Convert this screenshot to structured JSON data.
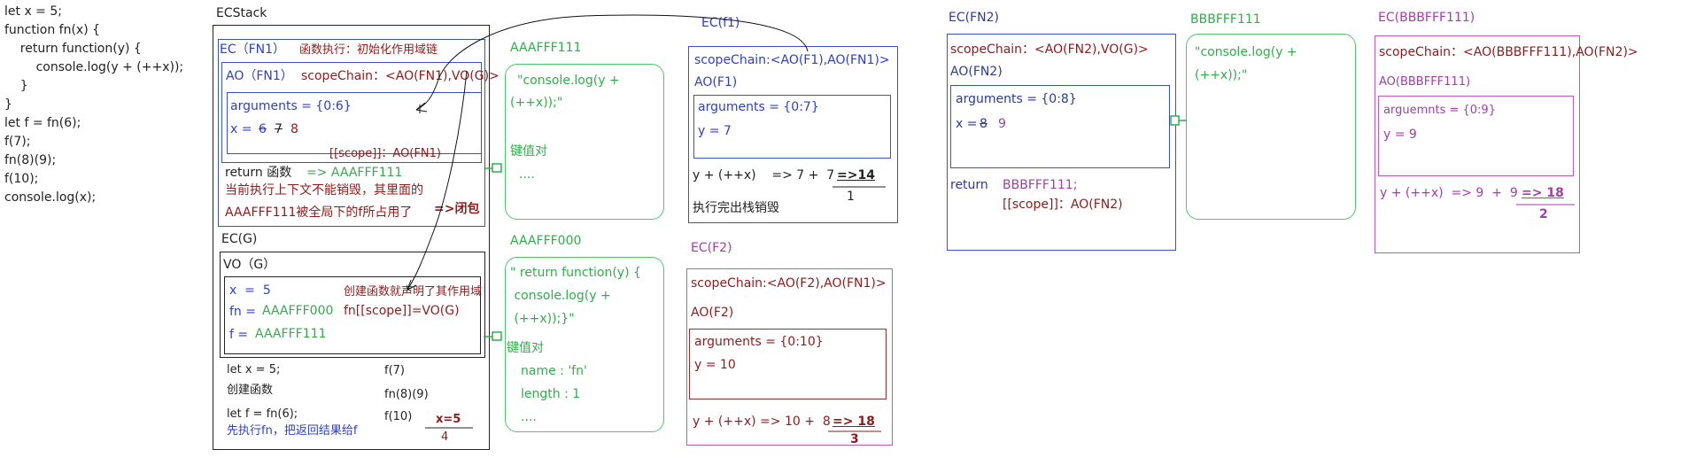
{
  "code": {
    "lines": [
      "let x = 5;",
      "function fn(x) {",
      "    return function(y) {",
      "        console.log(y + (++x));",
      "    }",
      "}",
      "let f = fn(6);",
      "f(7);",
      "fn(8)(9);",
      "f(10);",
      "console.log(x);"
    ]
  },
  "ecstack": {
    "title": "ECStack",
    "ec_fn1": {
      "title": "EC（FN1）",
      "note": "函数执行：初始化作用域链",
      "ao_label": "AO（FN1）",
      "scope_chain": "scopeChain：<AO(FN1),VO(G)>",
      "arguments": "arguments = {0:6}",
      "x_label": "x = ",
      "x_values": [
        "6",
        "7",
        "8"
      ],
      "scope_ref": "[[scope]]：AO(FN1)",
      "return_label": "return 函数",
      "return_value": "=> AAAFFF111",
      "note2": "当前执行上下文不能销毁，其里面的",
      "note3": "AAAFFF111被全局下的f所占用了",
      "closure": "=>闭包"
    },
    "ec_g": {
      "title": "EC(G)",
      "vo_label": "VO（G）",
      "x": "x  =  5",
      "fn_label": "fn = ",
      "fn_value": "AAAFFF000",
      "f_label": "f = ",
      "f_value": "AAAFFF111",
      "note_red1": "创建函数就声明了其作用域",
      "note_red2": "fn[[scope]]=VO(G)",
      "steps_left": [
        "let x = 5;",
        "创建函数",
        "let f = fn(6);"
      ],
      "step_blue": "先执行fn，把返回结果给f",
      "steps_right": [
        "f(7)",
        "fn(8)(9)",
        "f(10)"
      ],
      "result_x": "x=5",
      "result_num": "4"
    }
  },
  "heap_aaafff111": {
    "title": "AAAFFF111",
    "code": [
      "\"console.log(y +",
      "(++x));\""
    ],
    "kv": "键值对",
    "dots": "...."
  },
  "heap_aaafff000": {
    "title": "AAAFFF000",
    "code": [
      "\" return function(y) {",
      " console.log(y +",
      " (++x));}\""
    ],
    "kv": "键值对",
    "name": "name : 'fn'",
    "length": "length : 1",
    "dots": "...."
  },
  "ec_f1": {
    "title": "EC(f1)",
    "scope_chain": "scopeChain:<AO(F1),AO(FN1)>",
    "ao": "AO(F1)",
    "arguments": "arguments = {0:7}",
    "y": "y = 7",
    "calc": "y + (++x)    => 7 +  7",
    "result": "=>14",
    "result_num": "1",
    "destroy": "执行完出栈销毁"
  },
  "ec_f2": {
    "title": "EC(F2)",
    "scope_chain": "scopeChain:<AO(F2),AO(FN1)>",
    "ao": "AO(F2)",
    "arguments": "arguments = {0:10}",
    "y": "y = 10",
    "calc": "y + (++x) => 10 +  8",
    "result": "=> 18",
    "result_num": "3"
  },
  "ec_fn2": {
    "title": "EC(FN2)",
    "scope_chain": "scopeChain：<AO(FN2),VO(G)>",
    "ao": "AO(FN2)",
    "arguments": "arguments = {0:8}",
    "x_label": "x = ",
    "x_values": [
      "8",
      "9"
    ],
    "return_label": "return",
    "return_value": "BBBFFF111;",
    "scope_ref": "[[scope]]：AO(FN2)"
  },
  "heap_bbbfff111": {
    "title": "BBBFFF111",
    "code": [
      "\"console.log(y +",
      "(++x));\""
    ]
  },
  "ec_bbbfff111": {
    "title": "EC(BBBFFF111)",
    "scope_chain": "scopeChain：<AO(BBBFFF111),AO(FN2)>",
    "ao": "AO(BBBFFF111)",
    "arguments": "arguemnts = {0:9}",
    "y": "y = 9",
    "calc": "y + (++x)  => 9  +  9",
    "result": "=> 18",
    "result_num": "2"
  }
}
